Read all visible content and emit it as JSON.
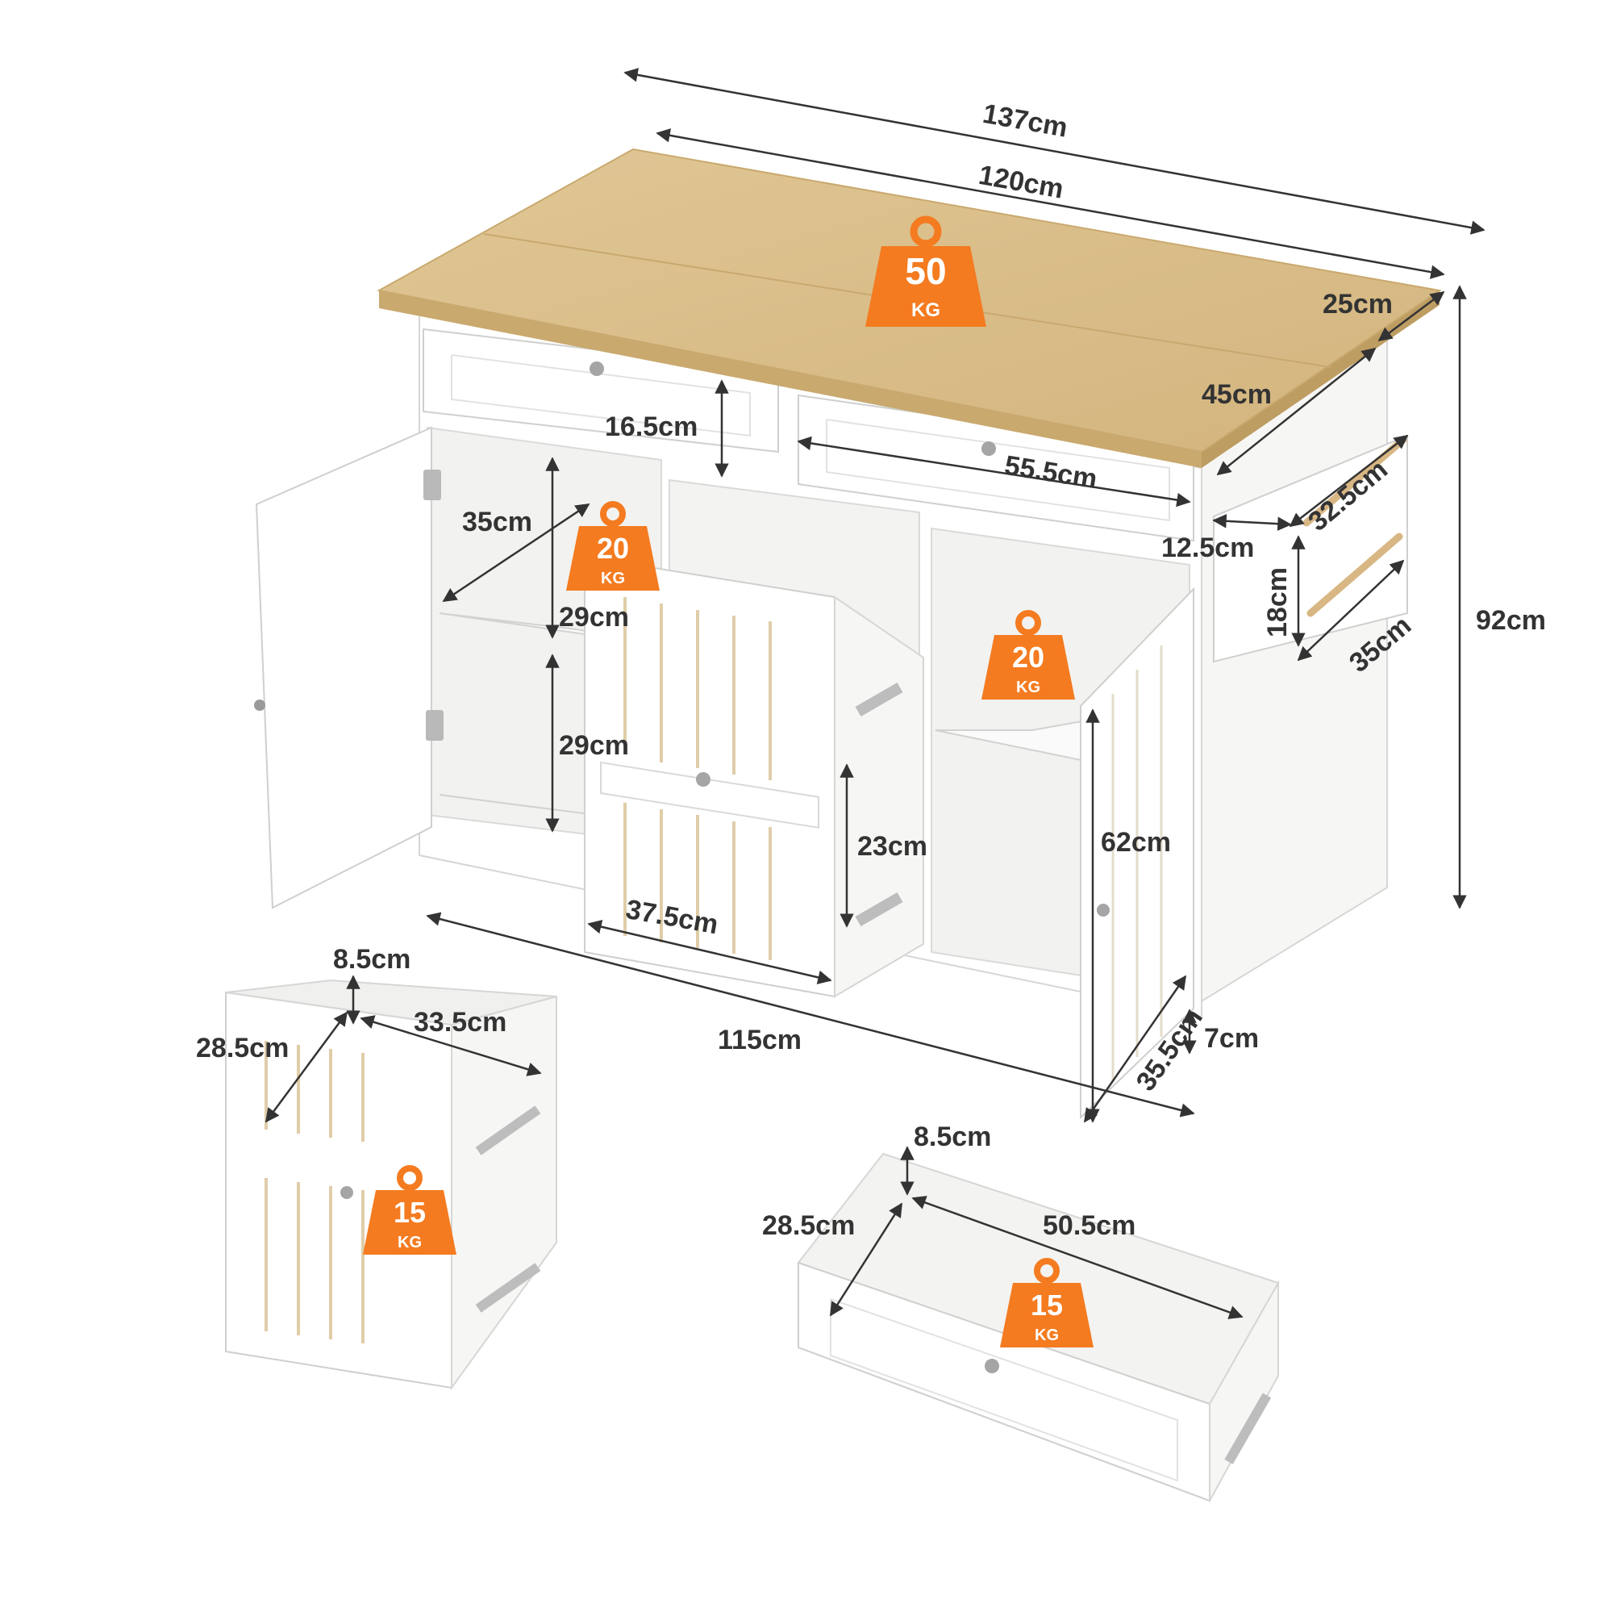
{
  "colors": {
    "wood_top": "#D9BE8C",
    "wood_edge": "#C9A96E",
    "cabinet_white": "#FFFFFF",
    "cabinet_shade": "#EEEEEC",
    "outline": "#D6D6D4",
    "arrow": "#333333",
    "weight_orange": "#F47B20"
  },
  "icons": [
    "weight-icon",
    "dimension-arrow-icon",
    "knob-icon",
    "hinge-icon",
    "drawer-slide-icon",
    "towel-bar-icon"
  ],
  "dimensions": {
    "overall_length_with_leaf": "137cm",
    "top_length": "120cm",
    "leaf_depth": "25cm",
    "top_depth": "45cm",
    "top_drawer_height": "16.5cm",
    "top_drawer_width": "55.5cm",
    "towel_rack_length": "32.5cm",
    "side_shelf_gap": "12.5cm",
    "side_shelf_height": "18cm",
    "side_shelf_depth": "35cm",
    "overall_height": "92cm",
    "left_cabinet_depth": "35cm",
    "left_upper_shelf_height": "29cm",
    "left_lower_shelf_height": "29cm",
    "pullout_interior_height": "23cm",
    "pullout_front_width": "37.5cm",
    "right_door_height": "62cm",
    "cabinet_body_length": "115cm",
    "cabinet_body_depth": "35.5cm",
    "base_clearance": "7cm",
    "basket_tray_height": "8.5cm",
    "basket_width": "28.5cm",
    "basket_depth": "33.5cm",
    "drawer_side_height": "8.5cm",
    "drawer_width": "28.5cm",
    "drawer_length": "50.5cm"
  },
  "weights": {
    "top": {
      "value": "50",
      "unit": "KG"
    },
    "left_shelf": {
      "value": "20",
      "unit": "KG"
    },
    "right_shelf": {
      "value": "20",
      "unit": "KG"
    },
    "pullout_basket": {
      "value": "15",
      "unit": "KG"
    },
    "drawer": {
      "value": "15",
      "unit": "KG"
    }
  }
}
